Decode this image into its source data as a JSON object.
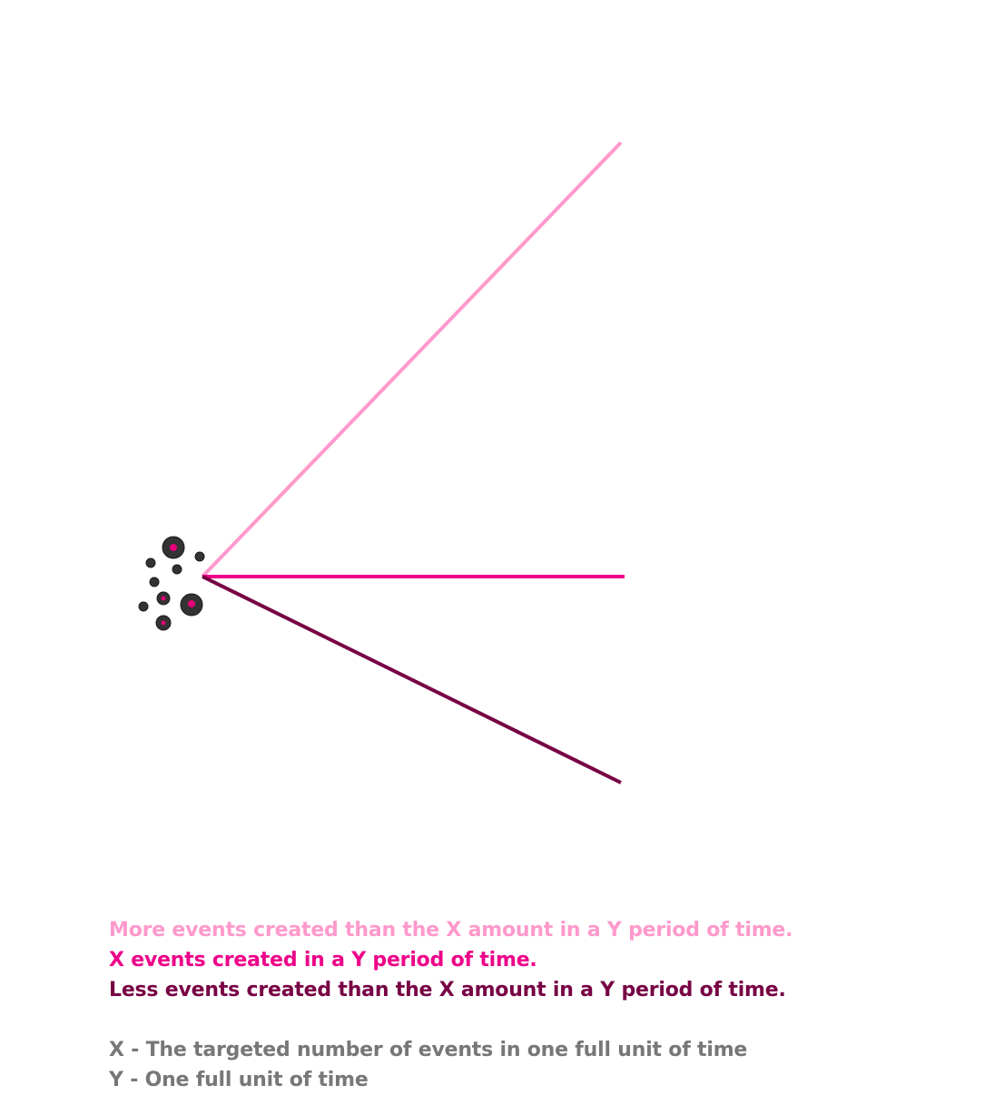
{
  "diagram": {
    "lines": [
      {
        "id": "more",
        "color": "#ff99cc"
      },
      {
        "id": "target",
        "color": "#ee0088"
      },
      {
        "id": "less",
        "color": "#770044"
      }
    ],
    "cluster_icon": "event-particle-cluster-icon",
    "cluster_color": "#333333",
    "cluster_accent": "#e5007a"
  },
  "legend": {
    "more": {
      "text": "More events created than the X amount in a Y period of time.",
      "color": "#ff99cc"
    },
    "target": {
      "text": "X events created in a Y period of time.",
      "color": "#ee0088"
    },
    "less": {
      "text": "Less events created than the X amount in a Y period of time.",
      "color": "#770044"
    },
    "x_def": {
      "text": "X - The targeted number of events in one full unit of time",
      "color": "#777777"
    },
    "y_def": {
      "text": "Y - One full unit of time",
      "color": "#777777"
    }
  }
}
